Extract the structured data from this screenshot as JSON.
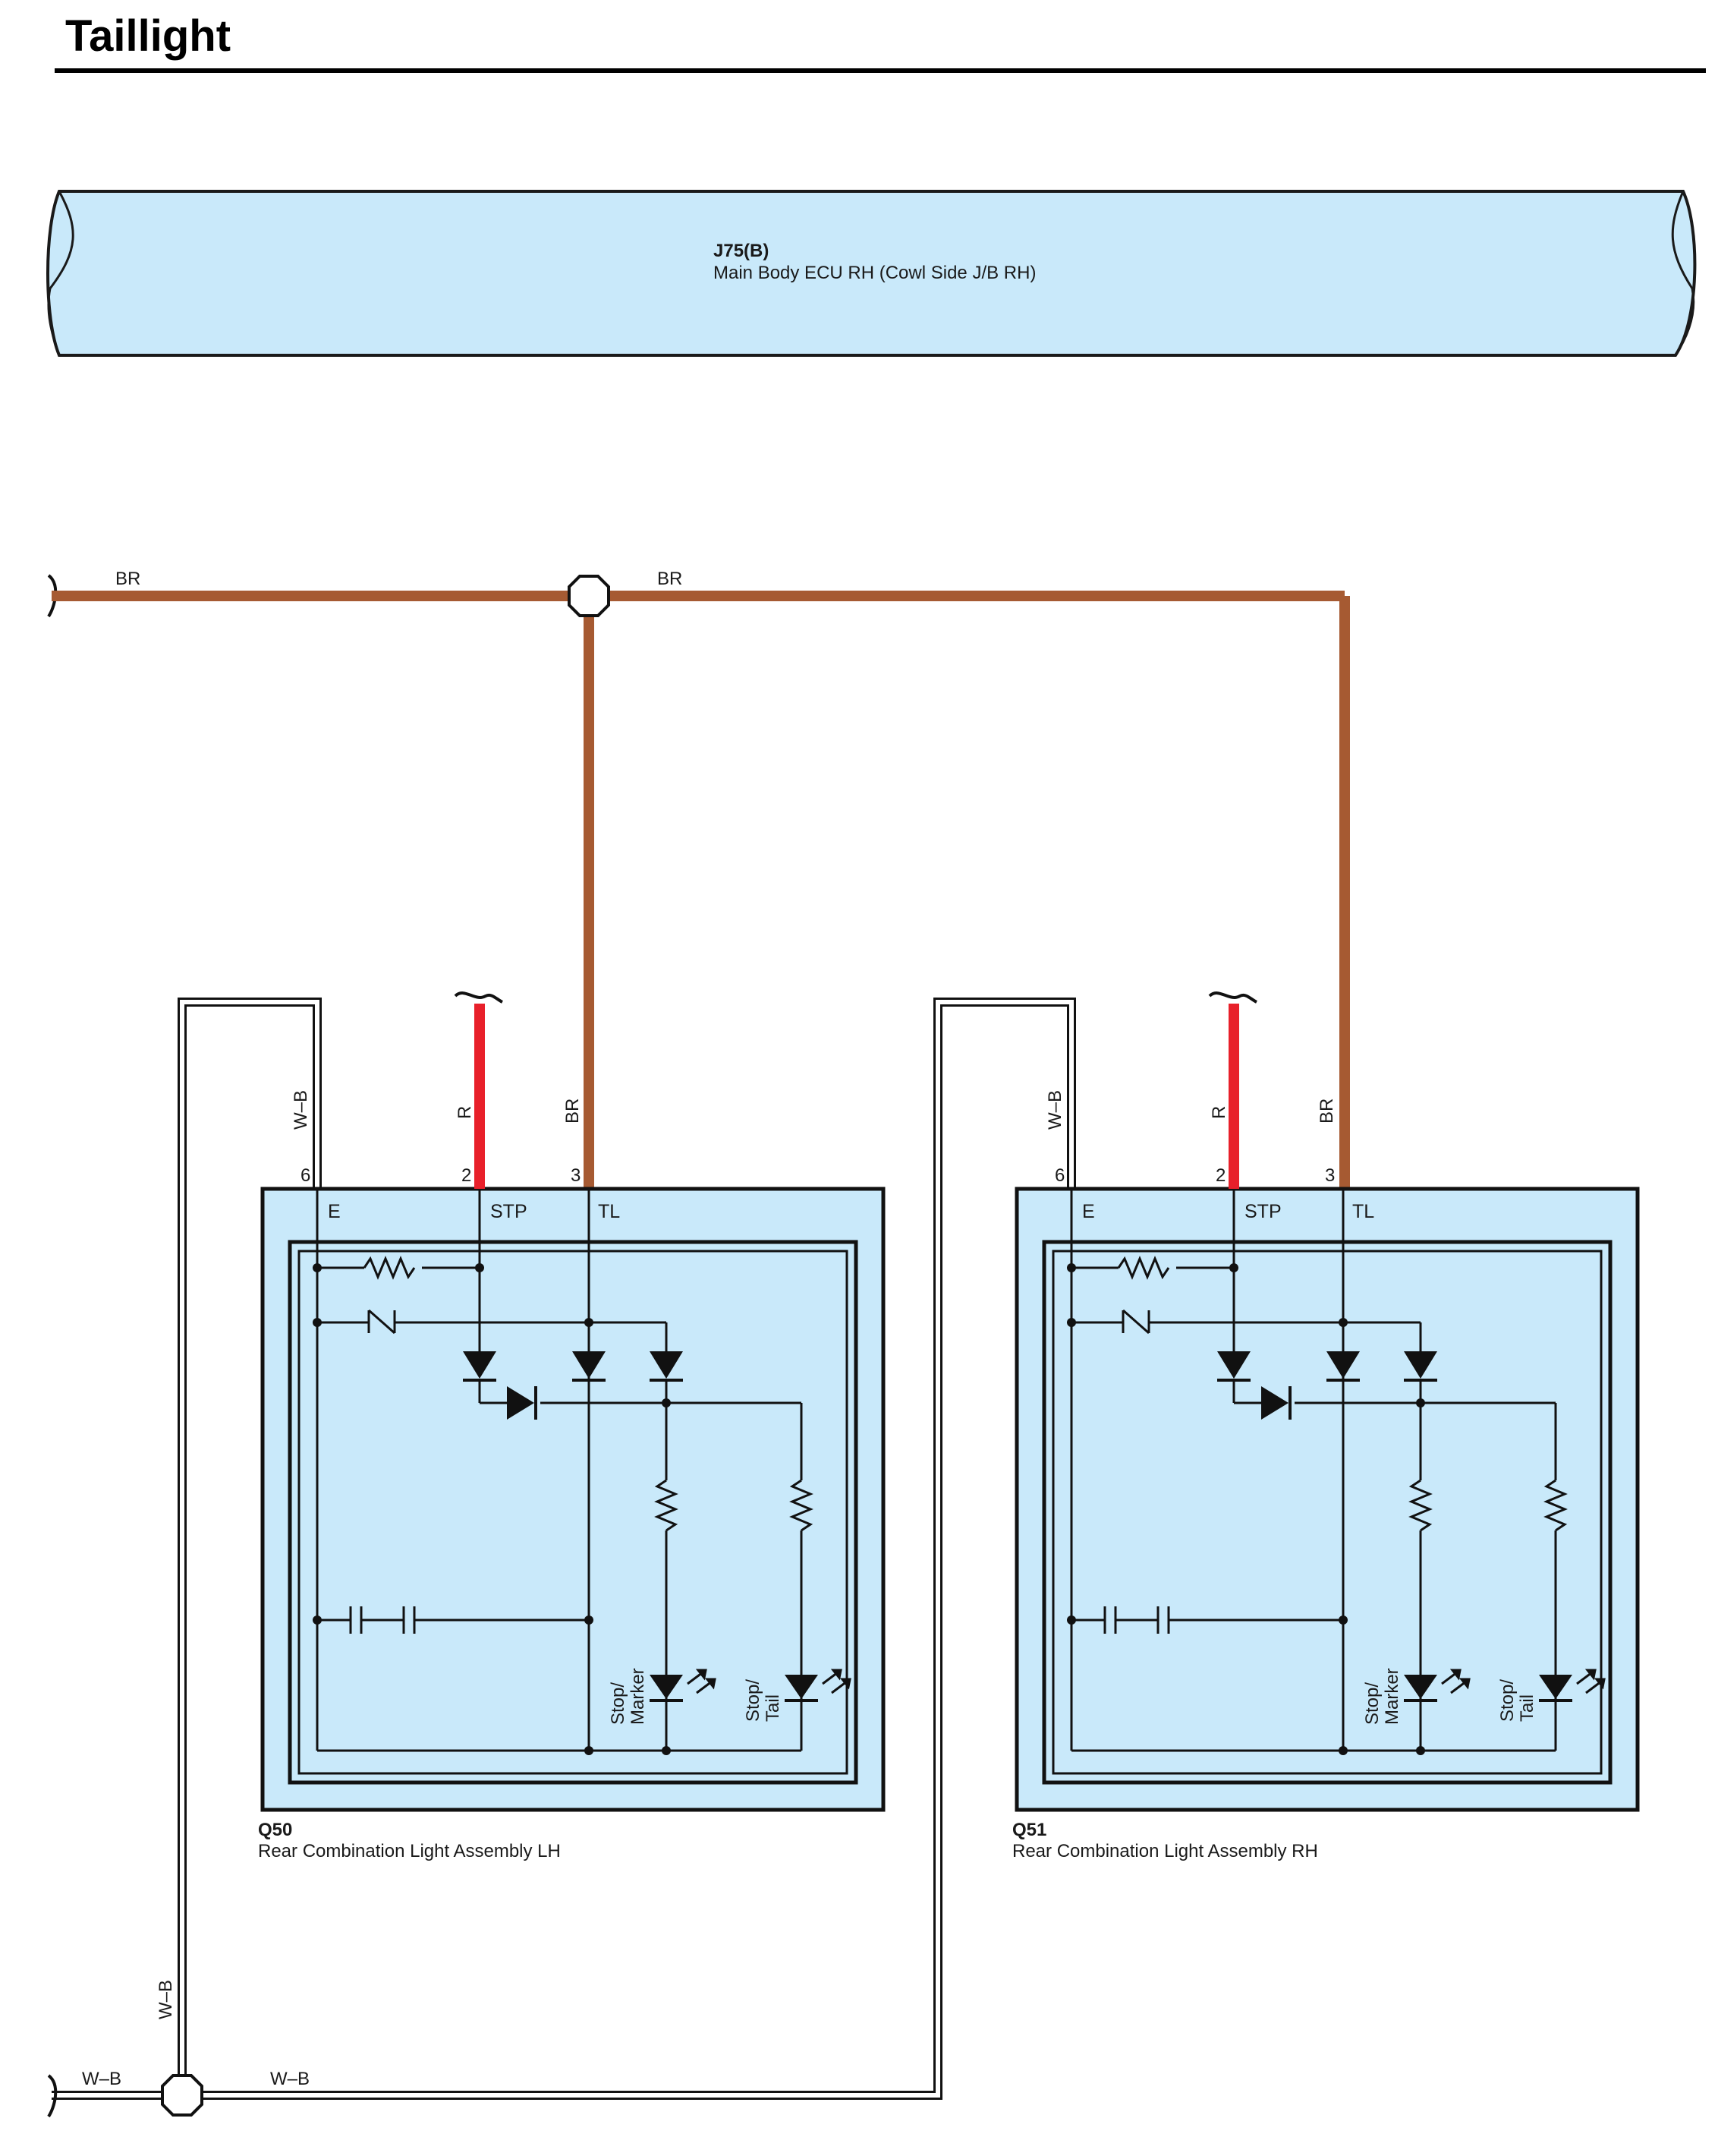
{
  "title": "Taillight",
  "ecu": {
    "code": "J75(B)",
    "name": "Main Body ECU RH (Cowl Side J/B RH)",
    "fill": "#c9e9fa"
  },
  "wires": {
    "br_left": "BR",
    "br_right": "BR",
    "wb_bottom_vertical": "W–B",
    "wb_bottom_left": "W–B",
    "wb_bottom_right": "W–B",
    "colors": {
      "BR": "#a65a32",
      "R": "#e8202a",
      "W-B": "#1a1a1a"
    }
  },
  "assemblies": [
    {
      "code": "Q50",
      "name": "Rear Combination Light Assembly LH",
      "wire_labels": {
        "e": "W–B",
        "stp": "R",
        "tl": "BR"
      },
      "pins": {
        "e": "6",
        "stp": "2",
        "tl": "3"
      },
      "terminals": {
        "e": "E",
        "stp": "STP",
        "tl": "TL"
      },
      "leds": [
        {
          "line1": "Stop/",
          "line2": "Marker"
        },
        {
          "line1": "Stop/",
          "line2": "Tail"
        }
      ]
    },
    {
      "code": "Q51",
      "name": "Rear Combination Light Assembly RH",
      "wire_labels": {
        "e": "W–B",
        "stp": "R",
        "tl": "BR"
      },
      "pins": {
        "e": "6",
        "stp": "2",
        "tl": "3"
      },
      "terminals": {
        "e": "E",
        "stp": "STP",
        "tl": "TL"
      },
      "leds": [
        {
          "line1": "Stop/",
          "line2": "Marker"
        },
        {
          "line1": "Stop/",
          "line2": "Tail"
        }
      ]
    }
  ]
}
